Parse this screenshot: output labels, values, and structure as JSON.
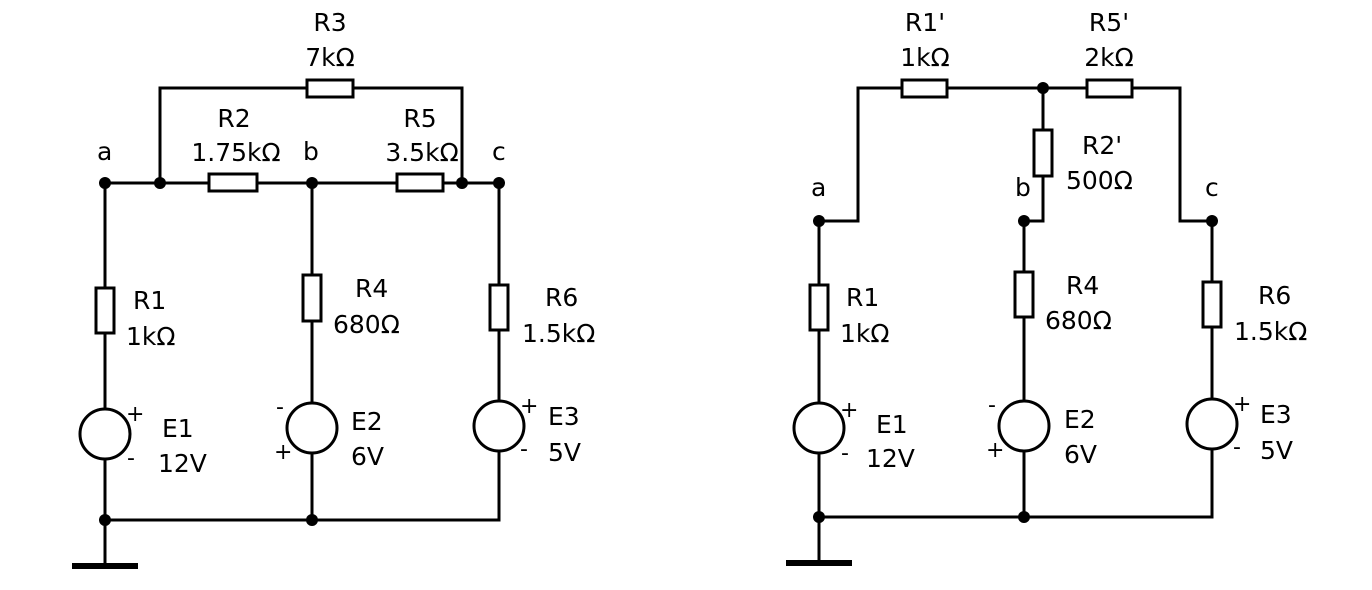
{
  "left_circuit": {
    "nodes": {
      "a": "a",
      "b": "b",
      "c": "c"
    },
    "R1": {
      "name": "R1",
      "value": "1kΩ"
    },
    "R2": {
      "name": "R2",
      "value": "1.75kΩ"
    },
    "R3": {
      "name": "R3",
      "value": "7kΩ"
    },
    "R4": {
      "name": "R4",
      "value": "680Ω"
    },
    "R5": {
      "name": "R5",
      "value": "3.5kΩ"
    },
    "R6": {
      "name": "R6",
      "value": "1.5kΩ"
    },
    "E1": {
      "name": "E1",
      "value": "12V"
    },
    "E2": {
      "name": "E2",
      "value": "6V"
    },
    "E3": {
      "name": "E3",
      "value": "5V"
    }
  },
  "right_circuit": {
    "nodes": {
      "a": "a",
      "b": "b",
      "c": "c"
    },
    "R1p": {
      "name": "R1'",
      "value": "1kΩ"
    },
    "R2p": {
      "name": "R2'",
      "value": "500Ω"
    },
    "R5p": {
      "name": "R5'",
      "value": "2kΩ"
    },
    "R1": {
      "name": "R1",
      "value": "1kΩ"
    },
    "R4": {
      "name": "R4",
      "value": "680Ω"
    },
    "R6": {
      "name": "R6",
      "value": "1.5kΩ"
    },
    "E1": {
      "name": "E1",
      "value": "12V"
    },
    "E2": {
      "name": "E2",
      "value": "6V"
    },
    "E3": {
      "name": "E3",
      "value": "5V"
    }
  },
  "polarity": {
    "plus": "+",
    "minus": "-"
  }
}
